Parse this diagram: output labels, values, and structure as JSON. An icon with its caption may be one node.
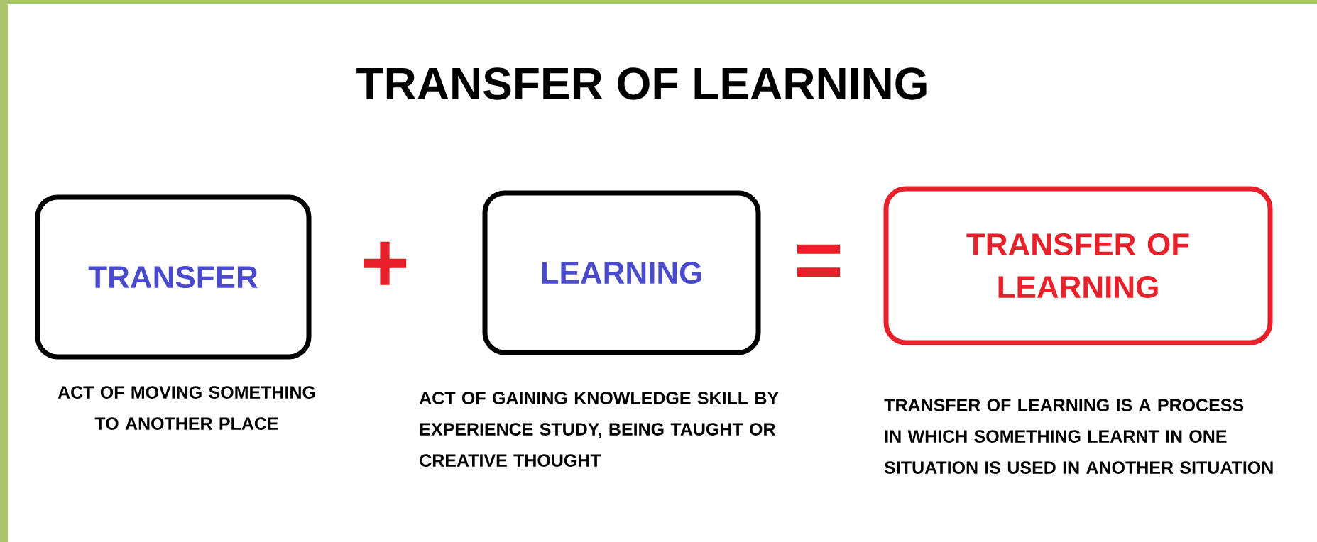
{
  "diagram": {
    "title": "TRANSFER OF LEARNING",
    "nodes": [
      {
        "text": [
          "TRANSFER"
        ],
        "beside": [
          "ACT OF MOVING SOMETHING TO ANOTHER PLACE"
        ]
      },
      {
        "text": [
          "LEARNING"
        ],
        "beside": [
          "ACT OF GAINING KNOWLEDGE SKILL BY EXPERIENCE STUDY, BEING TAUGHT OR CREATIVE THOUGHT"
        ]
      },
      {
        "text": [
          "TRANSFER OF LEARNING"
        ],
        "beside": [
          "TRANSFER OF LEARNING IS A PROCESS IN WHICH SOMETHING LEARNT IN ONE SITUATION IS USED IN ANOTHER SITUATION"
        ]
      }
    ],
    "labels": [
      "+",
      "="
    ]
  }
}
